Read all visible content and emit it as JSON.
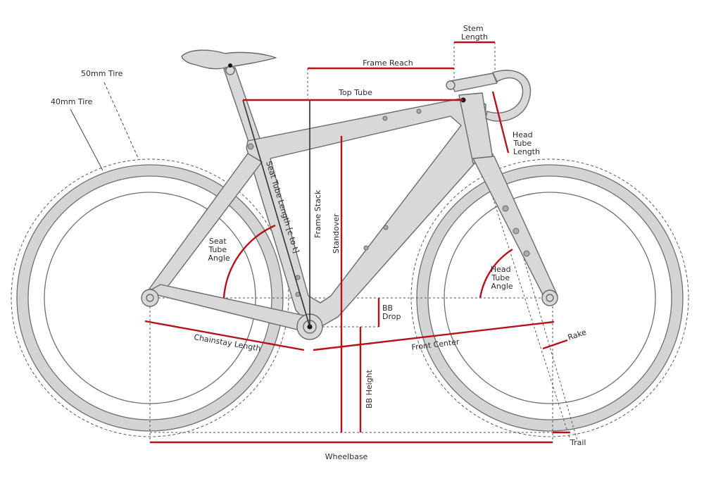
{
  "labels": {
    "stem_length": [
      "Stem",
      "Length"
    ],
    "frame_reach": "Frame Reach",
    "top_tube": "Top Tube",
    "tire_50": "50mm Tire",
    "tire_40": "40mm Tire",
    "head_tube_length": [
      "Head",
      "Tube",
      "Length"
    ],
    "seat_tube_length": "Seat Tube Length [c to t]",
    "frame_stack": "Frame Stack",
    "standover": "Standover",
    "seat_tube_angle": [
      "Seat",
      "Tube",
      "Angle"
    ],
    "head_tube_angle": [
      "Head",
      "Tube",
      "Angle"
    ],
    "bb_drop": [
      "BB",
      "Drop"
    ],
    "chainstay_length": "Chainstay Length",
    "front_center": "Front Center",
    "rake": "Rake",
    "bb_height": "BB Height",
    "trail": "Trail",
    "wheelbase": "Wheelbase"
  },
  "colors": {
    "dimension_line": "#b5121b",
    "frame_fill": "#d8d8d8",
    "frame_stroke": "#6a6a6a"
  }
}
